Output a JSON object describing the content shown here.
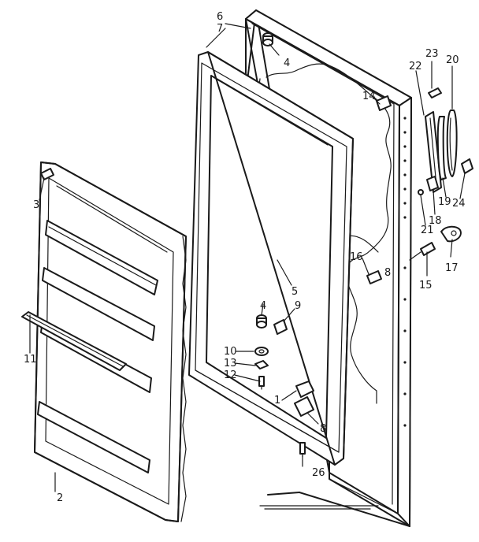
{
  "diagram": {
    "callouts": [
      {
        "id": "c6",
        "text": "6"
      },
      {
        "id": "c7",
        "text": "7"
      },
      {
        "id": "c4a",
        "text": "4"
      },
      {
        "id": "c14",
        "text": "14"
      },
      {
        "id": "c23",
        "text": "23"
      },
      {
        "id": "c20",
        "text": "20"
      },
      {
        "id": "c22",
        "text": "22"
      },
      {
        "id": "c19",
        "text": "19"
      },
      {
        "id": "c24",
        "text": "24"
      },
      {
        "id": "c18",
        "text": "18"
      },
      {
        "id": "c21",
        "text": "21"
      },
      {
        "id": "c17",
        "text": "17"
      },
      {
        "id": "c16",
        "text": "16"
      },
      {
        "id": "c8a",
        "text": "8"
      },
      {
        "id": "c15",
        "text": "15"
      },
      {
        "id": "c5",
        "text": "5"
      },
      {
        "id": "c4b",
        "text": "4"
      },
      {
        "id": "c9",
        "text": "9"
      },
      {
        "id": "c10",
        "text": "10"
      },
      {
        "id": "c13",
        "text": "13"
      },
      {
        "id": "c12",
        "text": "12"
      },
      {
        "id": "c1",
        "text": "1"
      },
      {
        "id": "c8b",
        "text": "8"
      },
      {
        "id": "c26",
        "text": "26"
      },
      {
        "id": "c3",
        "text": "3"
      },
      {
        "id": "c11",
        "text": "11"
      },
      {
        "id": "c2",
        "text": "2"
      }
    ]
  }
}
